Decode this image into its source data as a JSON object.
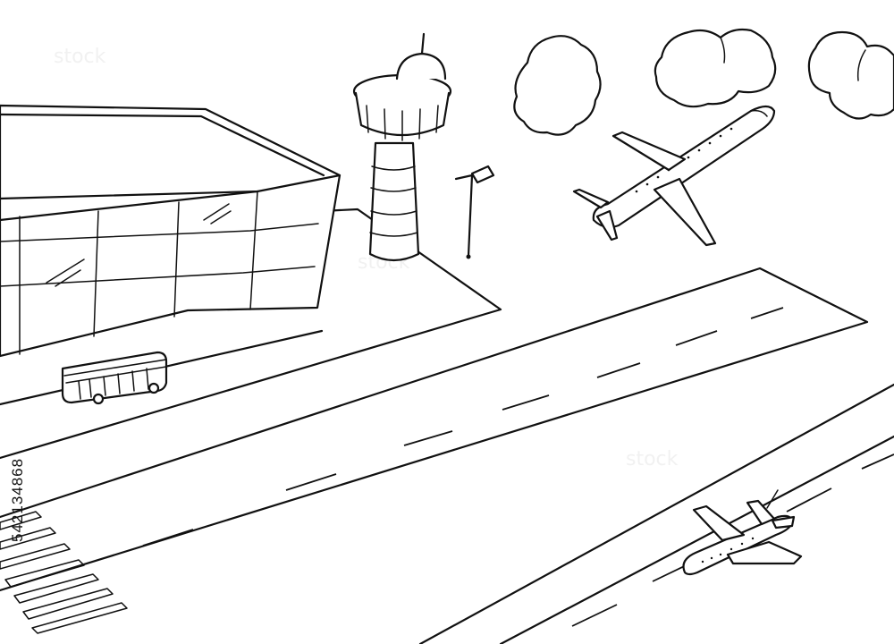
{
  "image": {
    "stock_id": "542134868",
    "watermark_text": "stock"
  },
  "scene": {
    "objects": [
      "terminal-building",
      "control-tower",
      "windsock",
      "trees",
      "airplane-taking-off",
      "airplane-on-runway",
      "bus",
      "runway",
      "crosswalk"
    ]
  },
  "colors": {
    "ink": "#111111",
    "paper": "#ffffff"
  }
}
